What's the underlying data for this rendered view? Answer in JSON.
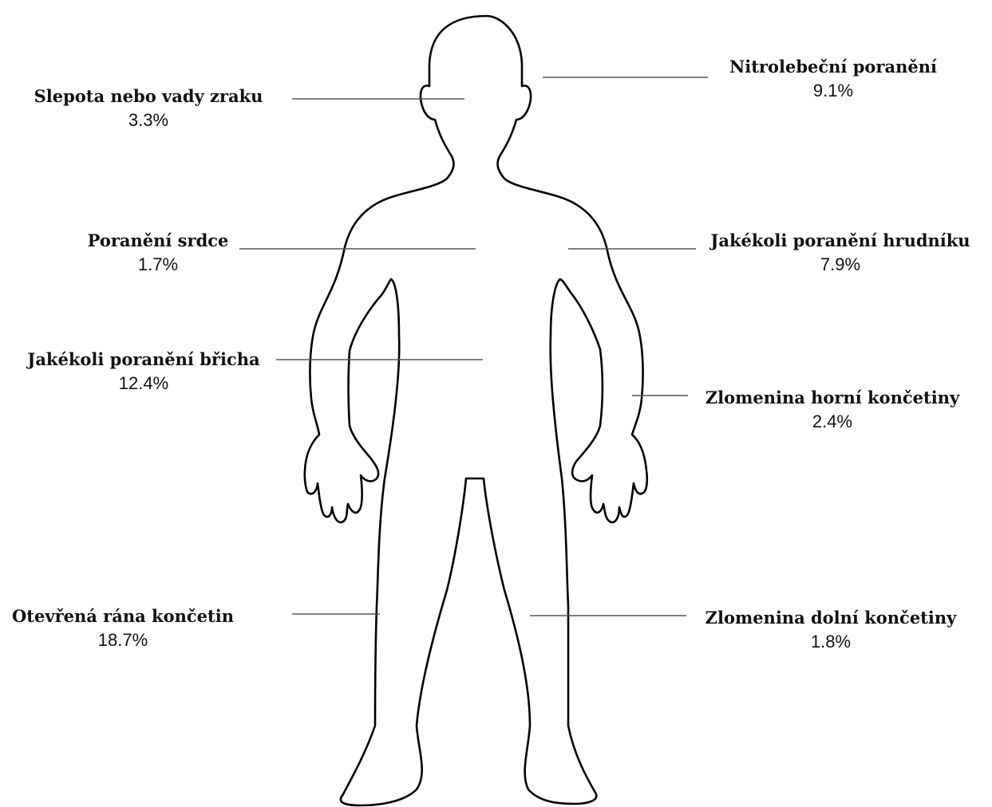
{
  "injuries": {
    "vision": {
      "name": "Slepota nebo vady zraku",
      "value": "3.3%"
    },
    "heart": {
      "name": "Poranění srdce",
      "value": "1.7%"
    },
    "abdomen": {
      "name": "Jakékoli poranění břicha",
      "value": "12.4%"
    },
    "open_wound": {
      "name": "Otevřená rána končetin",
      "value": "18.7%"
    },
    "intracranial": {
      "name": "Nitrolebeční poranění",
      "value": "9.1%"
    },
    "thorax": {
      "name": "Jakékoli poranění hrudníku",
      "value": "7.9%"
    },
    "upper_limb": {
      "name": "Zlomenina horní končetiny",
      "value": "2.4%"
    },
    "lower_limb": {
      "name": "Zlomenina dolní končetiny",
      "value": "1.8%"
    }
  },
  "colors": {
    "outline": "#000000",
    "leader": "#555555",
    "text": "#111111"
  }
}
